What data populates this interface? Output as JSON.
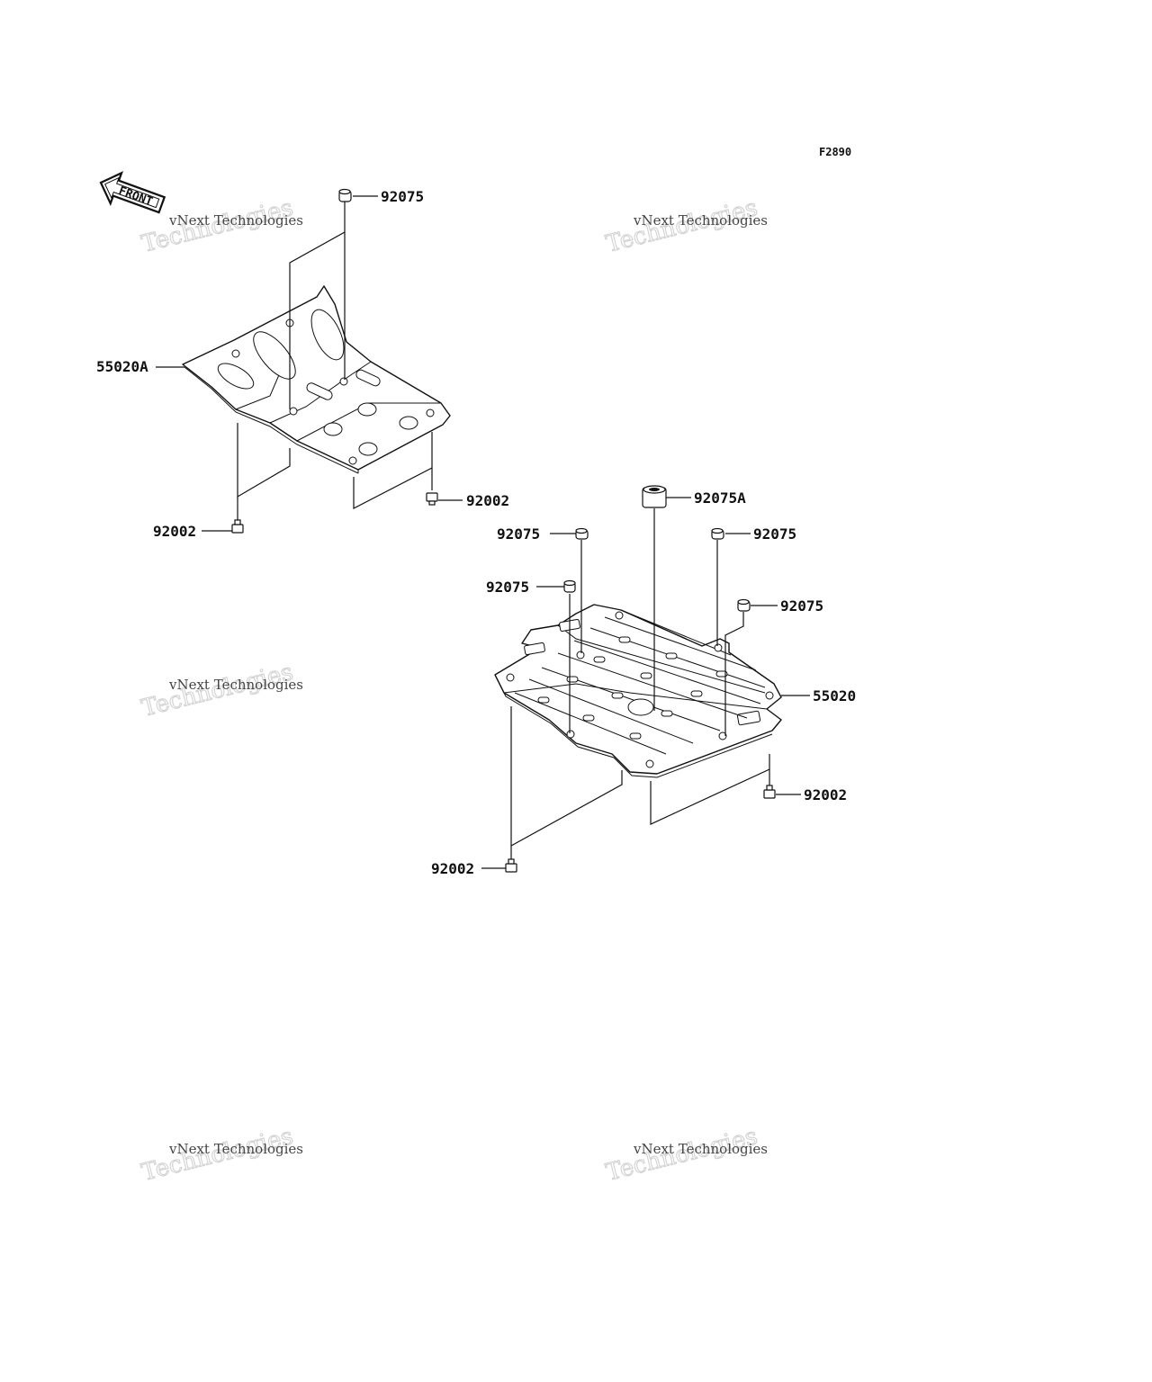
{
  "figure_code": "F2890",
  "front_label": "FRONT",
  "watermark": {
    "line1": "vNext Technologies",
    "line2": "Technologies"
  },
  "parts": {
    "skid_front": "55020A",
    "skid_rear": "55020",
    "collar": "92075",
    "collar_a": "92075A",
    "bolt": "92002"
  }
}
